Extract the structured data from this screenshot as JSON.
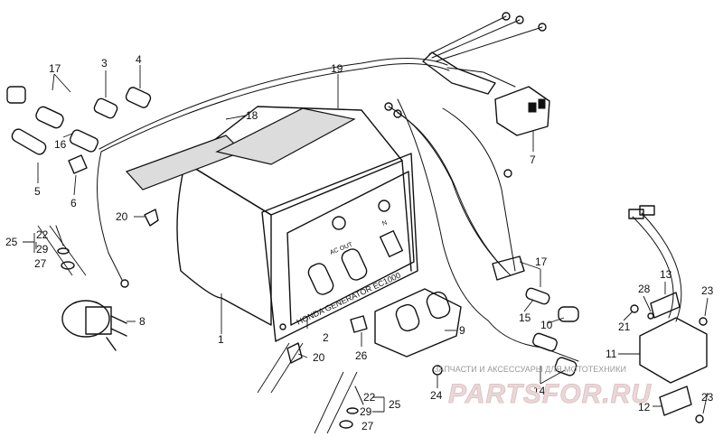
{
  "callouts": [
    {
      "key": "17",
      "label": "17"
    },
    {
      "key": "3",
      "label": "3"
    },
    {
      "key": "4",
      "label": "4"
    },
    {
      "key": "19",
      "label": "19"
    },
    {
      "key": "18",
      "label": "18"
    },
    {
      "key": "16",
      "label": "16"
    },
    {
      "key": "5",
      "label": "5"
    },
    {
      "key": "6",
      "label": "6"
    },
    {
      "key": "7",
      "label": "7"
    },
    {
      "key": "20a",
      "label": "20"
    },
    {
      "key": "22a",
      "label": "22"
    },
    {
      "key": "25a",
      "label": "25"
    },
    {
      "key": "29a",
      "label": "29"
    },
    {
      "key": "27a",
      "label": "27"
    },
    {
      "key": "8",
      "label": "8"
    },
    {
      "key": "1",
      "label": "1"
    },
    {
      "key": "2",
      "label": "2"
    },
    {
      "key": "26",
      "label": "26"
    },
    {
      "key": "9",
      "label": "9"
    },
    {
      "key": "20b",
      "label": "20"
    },
    {
      "key": "17b",
      "label": "17"
    },
    {
      "key": "15",
      "label": "15"
    },
    {
      "key": "10",
      "label": "10"
    },
    {
      "key": "13",
      "label": "13"
    },
    {
      "key": "28",
      "label": "28"
    },
    {
      "key": "21",
      "label": "21"
    },
    {
      "key": "23a",
      "label": "23"
    },
    {
      "key": "11",
      "label": "11"
    },
    {
      "key": "24",
      "label": "24"
    },
    {
      "key": "14",
      "label": "14"
    },
    {
      "key": "12",
      "label": "12"
    },
    {
      "key": "23b",
      "label": "23"
    },
    {
      "key": "22b",
      "label": "22"
    },
    {
      "key": "25b",
      "label": "25"
    },
    {
      "key": "29b",
      "label": "29"
    },
    {
      "key": "27b",
      "label": "27"
    }
  ],
  "panel": {
    "brand_text": "HONDA GENERATOR EC1000",
    "ac_out_label": "AC OUT",
    "switch_label": "N"
  },
  "watermark": {
    "caption": "ЗАПЧАСТИ И АКСЕССУАРЫ ДЛЯ МОТОТЕХНИКИ",
    "logo_text": "PARTSFOR.RU"
  },
  "colors": {
    "line": "#111111",
    "watermark_text": "#9a9a9a",
    "logo_fill": "#ead7d7"
  }
}
